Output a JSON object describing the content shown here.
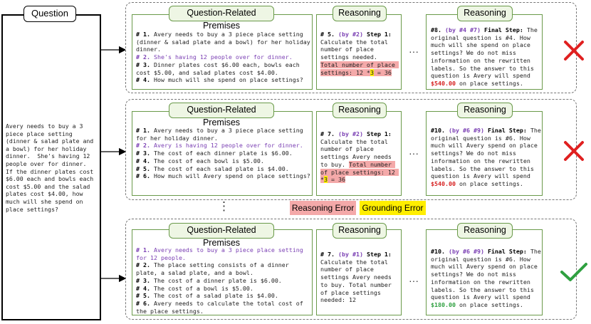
{
  "question": {
    "title": "Question",
    "text": "Avery needs to buy a 3 piece place setting (dinner & salad plate and a bowl) for her holiday dinner.  She's having 12 people over for dinner.  If the dinner plates cost $6.00 each and bowls each cost $5.00 and the salad plates cost $4.00, how much will she spend on place settings?"
  },
  "titles": {
    "premises": "Question-Related Premises",
    "reasoning": "Reasoning"
  },
  "ellipsis_h": "···",
  "ellipsis_v": "⋮",
  "legend": {
    "reasoning_error": "Reasoning Error",
    "grounding_error": "Grounding Error"
  },
  "colors": {
    "green_border": "#6a9a4a",
    "error_red": "#d62020",
    "check_green": "#2fa040",
    "premise_purple": "#7a3fb3",
    "reasoning_highlight": "#f4a9a9",
    "grounding_highlight": "#ffee00"
  },
  "rows": [
    {
      "premises": [
        {
          "num": "# 1.",
          "text": " Avery needs to buy a 3 piece place setting (dinner & salad plate and a bowl) for her holiday dinner.",
          "purple": false
        },
        {
          "num": "# 2.",
          "text": " She's having 12 people over for dinner.",
          "purple": true
        },
        {
          "num": "# 3.",
          "text": " Dinner plates cost $6.00 each, bowls each cost $5.00, and salad plates cost $4.00.",
          "purple": false
        },
        {
          "num": "# 4.",
          "text": " How much will she spend on place settings?",
          "purple": false
        }
      ],
      "step": {
        "head_num": "# 5.",
        "head_ref": "(by #2)",
        "head_label": "Step 1:",
        "text": "Calculate the total number of place settings needed.",
        "hl_text": "Total number of place settings: 12 *",
        "hl_yellow": "3",
        "hl_end": " = 36"
      },
      "final": {
        "head_num": "#8.",
        "head_ref": "(by #4 #7)",
        "head_label": "Final Step:",
        "text": "The original question is #4. How much will she spend on place settings? We do not miss information on the rewritten labels. So the answer to this question is Avery will spend",
        "money": "$540.00",
        "tail": "on place settings."
      },
      "verdict": "cross"
    },
    {
      "premises": [
        {
          "num": "# 1.",
          "text": " Avery needs to buy a 3 piece place setting for her holiday dinner.",
          "purple": false
        },
        {
          "num": "# 2.",
          "text": " Avery is having 12 people over for dinner.",
          "purple": true
        },
        {
          "num": "# 3.",
          "text": " The cost of each dinner plate is $6.00.",
          "purple": false
        },
        {
          "num": "# 4.",
          "text": " The cost of each bowl is $5.00.",
          "purple": false
        },
        {
          "num": "# 5.",
          "text": " The cost of each salad plate is $4.00.",
          "purple": false
        },
        {
          "num": "# 6.",
          "text": " How much will Avery spend on place settings?",
          "purple": false
        }
      ],
      "step": {
        "head_num": "# 7.",
        "head_ref": "(by #2)",
        "head_label": "Step 1:",
        "text": "Calculate the total number of place settings Avery needs to buy.",
        "hl_text": "Total number of place settings: 12 *",
        "hl_yellow": "3",
        "hl_end": " = 36"
      },
      "final": {
        "head_num": "#10.",
        "head_ref": "(by #6 #9)",
        "head_label": "Final Step:",
        "text": "The original question is #6. How much will Avery spend on place settings? We do not miss information on the rewritten labels. So the answer to this question is Avery will spend",
        "money": "$540.00",
        "tail": "on place settings."
      },
      "verdict": "cross"
    },
    {
      "premises": [
        {
          "num": "# 1.",
          "text": " Avery needs to buy a 3 piece place setting for 12 people.",
          "purple": true
        },
        {
          "num": "# 2.",
          "text": " The place setting consists of a dinner plate, a salad plate, and a bowl.",
          "purple": false
        },
        {
          "num": "# 3.",
          "text": " The cost of a dinner plate is $6.00.",
          "purple": false
        },
        {
          "num": "# 4.",
          "text": " The cost of a bowl is $5.00.",
          "purple": false
        },
        {
          "num": "# 5.",
          "text": " The cost of a salad plate is $4.00.",
          "purple": false
        },
        {
          "num": "# 6.",
          "text": " Avery needs to calculate the total cost of the place settings.",
          "purple": false
        }
      ],
      "step": {
        "head_num": "# 7.",
        "head_ref": "(by #1)",
        "head_label": "Step 1:",
        "text": "Calculate the total number of place settings Avery needs to buy. Total number of place settings needed: 12",
        "hl_text": "",
        "hl_yellow": "",
        "hl_end": ""
      },
      "final": {
        "head_num": "#10.",
        "head_ref": "(by #6 #9)",
        "head_label": "Final Step:",
        "text": "The original question is #6. How much will Avery spend on place settings? We do not miss information on the rewritten labels. So the answer to this question is Avery will spend",
        "money": "$180.00",
        "tail": "on place settings."
      },
      "verdict": "check"
    }
  ]
}
